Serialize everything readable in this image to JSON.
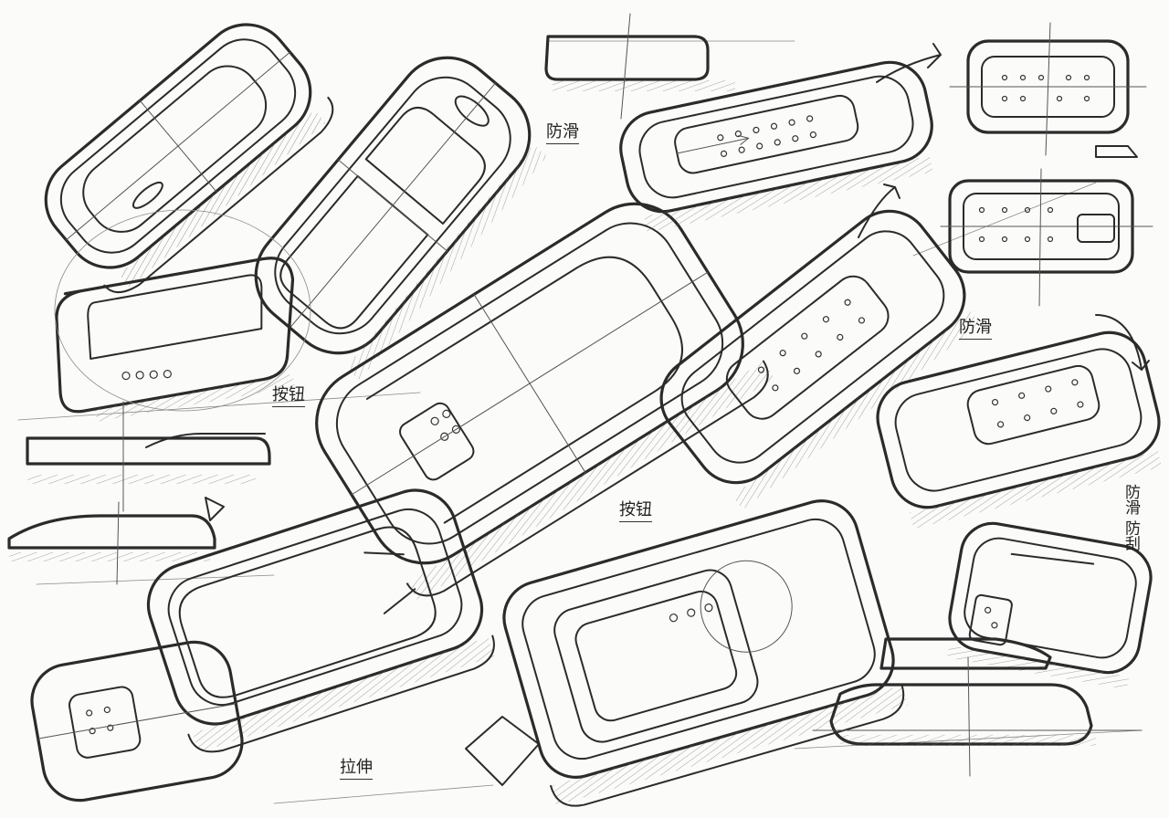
{
  "sheet": {
    "background_color": "#fbfbf9",
    "ink_color": "#2b2b2b"
  },
  "annotations": [
    {
      "id": "a1",
      "text": "防滑"
    },
    {
      "id": "a2",
      "text": "防滑"
    },
    {
      "id": "a3",
      "text": "按钮"
    },
    {
      "id": "a4",
      "text": "按钮"
    },
    {
      "id": "a5",
      "text": "拉伸"
    },
    {
      "id": "a6",
      "text": "防滑 防刮"
    }
  ]
}
